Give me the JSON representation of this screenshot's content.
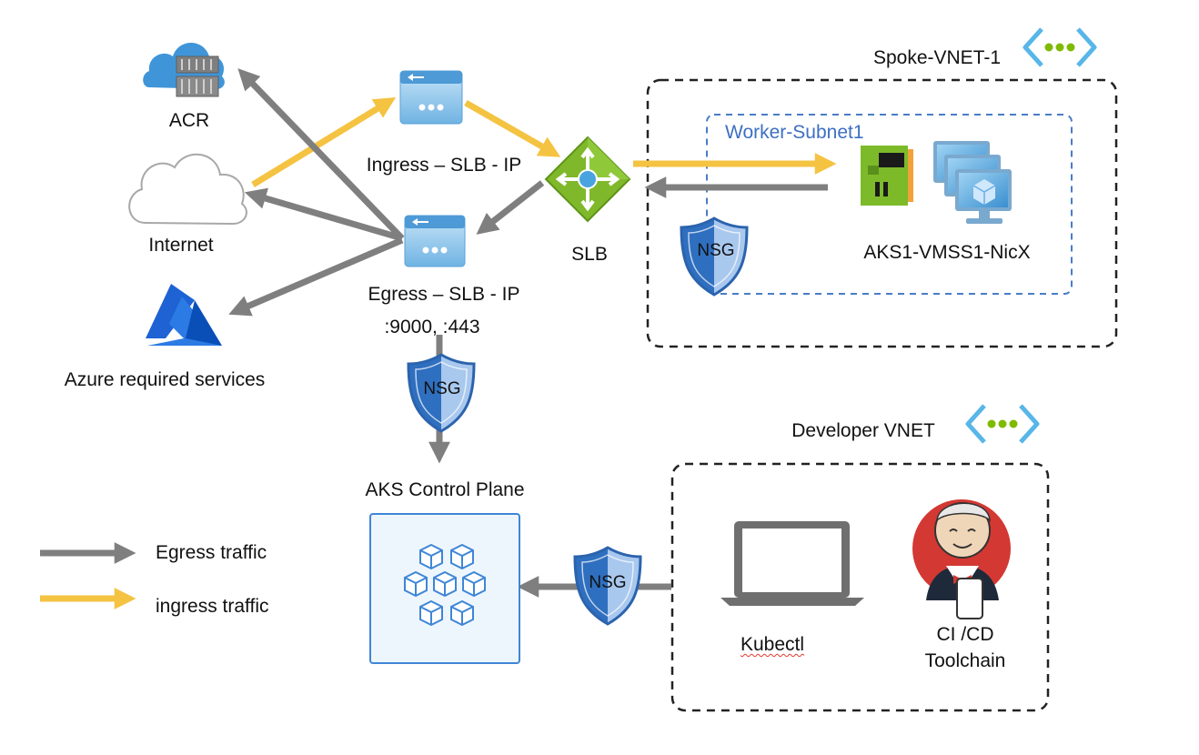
{
  "nodes": {
    "acr": "ACR",
    "internet": "Internet",
    "azure_services": "Azure required services",
    "ingress_ip": "Ingress – SLB - IP",
    "egress_ip": "Egress – SLB - IP",
    "egress_ports": ":9000, :443",
    "slb": "SLB",
    "control_plane": "AKS Control Plane",
    "kubectl": "Kubectl",
    "cicd_line1": "CI /CD",
    "cicd_line2": "Toolchain",
    "vmss": "AKS1-VMSS1-NicX"
  },
  "groups": {
    "spoke_vnet": "Spoke-VNET-1",
    "worker_subnet": "Worker-Subnet1",
    "developer_vnet": "Developer VNET"
  },
  "nsg": {
    "label_spoke": "NSG",
    "label_egress": "NSG",
    "label_dev": "NSG"
  },
  "legend": {
    "egress": "Egress traffic",
    "ingress": "ingress traffic"
  },
  "colors": {
    "egress_arrow": "#7f7f7f",
    "ingress_arrow": "#f5c342",
    "azure_blue": "#0078d4",
    "subnet_border": "#4a7cc7",
    "vnet_icon": "#58b6e8",
    "vnet_dots": "#7fba00"
  },
  "icons": [
    "container-registry-icon",
    "cloud-icon",
    "azure-logo-icon",
    "public-ip-icon",
    "load-balancer-icon",
    "nsg-shield-icon",
    "kubernetes-icon",
    "laptop-icon",
    "jenkins-icon",
    "nic-icon",
    "vm-scale-set-icon",
    "vnet-icon"
  ]
}
